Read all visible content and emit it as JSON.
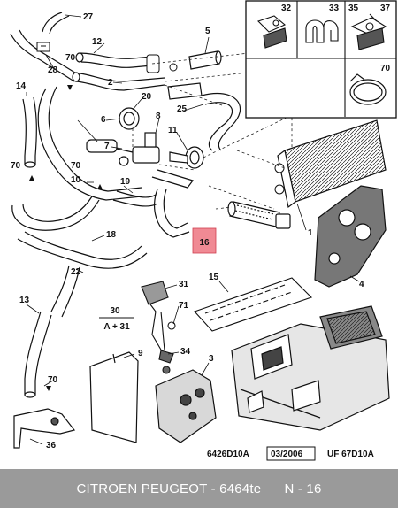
{
  "callouts": {
    "c27": "27",
    "c12": "12",
    "c5": "5",
    "c28": "28",
    "c70a": "70",
    "c14": "14",
    "c2": "2",
    "c20": "20",
    "c6": "6",
    "c8": "8",
    "c25": "25",
    "c11": "11",
    "c70b": "70",
    "c7": "7",
    "c70c": "70",
    "c10": "10",
    "c19": "19",
    "c18": "18",
    "c16": "16",
    "c1": "1",
    "c22": "22",
    "c15": "15",
    "c4": "4",
    "c13": "13",
    "c31": "31",
    "c71": "71",
    "c9": "9",
    "c34": "34",
    "c3": "3",
    "c70d": "70",
    "c36": "36",
    "c32": "32",
    "c33": "33",
    "c35": "35",
    "c37": "37",
    "c70e": "70"
  },
  "formula": {
    "numerator": "30",
    "denominator": "A + 31"
  },
  "highlight": {
    "label": "16",
    "color": "#f08a94"
  },
  "footer": {
    "code_left": "6426D10A",
    "date": "03/2006",
    "code_right": "UF 67D10A"
  },
  "caption": "CITROEN PEUGEOT - 6464te      N - 16"
}
